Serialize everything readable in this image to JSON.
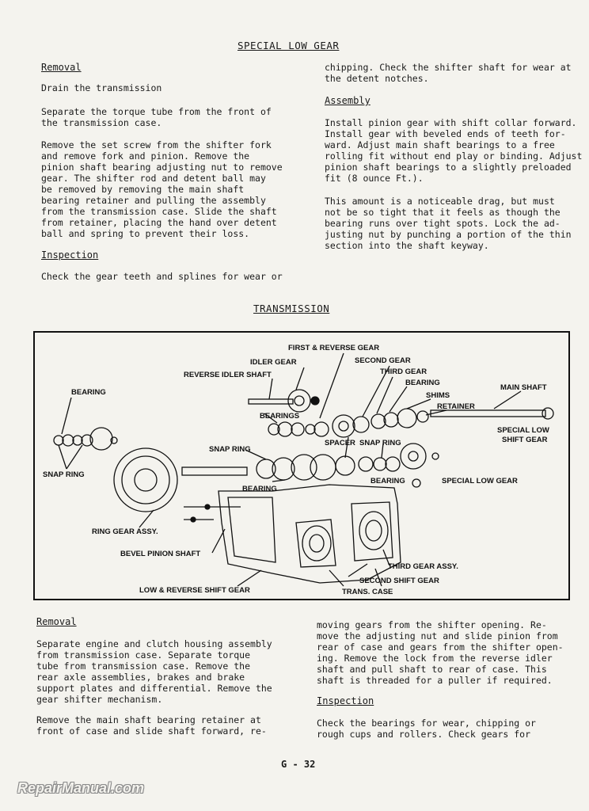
{
  "page_title": "SPECIAL LOW GEAR",
  "left_col": {
    "removal_heading": "Removal",
    "p1": "Drain the transmission",
    "p2": "Separate the torque tube from the front of\nthe transmission case.",
    "p3": "Remove the set screw from the shifter fork\nand remove fork and pinion.  Remove the\npinion shaft bearing adjusting nut to remove\ngear.  The shifter rod and detent ball may\nbe removed by removing the main shaft\nbearing retainer and pulling the assembly\nfrom the transmission case.  Slide the shaft\nfrom retainer, placing the hand over detent\nball and spring to prevent their loss.",
    "inspection_heading": "Inspection",
    "p4": "Check the gear teeth and splines for wear or"
  },
  "right_col": {
    "p1": "chipping.  Check the shifter shaft for wear at\nthe detent notches.",
    "assembly_heading": "Assembly",
    "p2": "Install pinion gear with shift collar forward.\nInstall gear with beveled ends of teeth for-\nward.  Adjust main shaft bearings to a free\nrolling fit without end play or binding.  Adjust\npinion shaft bearings to a slightly preloaded\nfit (8 ounce Ft.).",
    "p3": "This amount is a noticeable drag, but must\nnot be so tight that it feels as though the\nbearing runs over tight spots.  Lock the ad-\njusting nut by punching a portion of the thin\nsection into the shaft keyway."
  },
  "diagram": {
    "title": "TRANSMISSION",
    "labels": {
      "first_reverse_gear": "FIRST & REVERSE GEAR",
      "idler_gear": "IDLER GEAR",
      "second_gear": "SECOND GEAR",
      "reverse_idler_shaft": "REVERSE IDLER SHAFT",
      "third_gear": "THIRD GEAR",
      "bearing_top_left": "BEARING",
      "bearing_upper": "BEARING",
      "main_shaft": "MAIN SHAFT",
      "shims": "SHIMS",
      "retainer": "RETAINER",
      "bearings": "BEARINGS",
      "special_low_shift_gear_1": "SPECIAL LOW",
      "special_low_shift_gear_2": "SHIFT GEAR",
      "spacer": "SPACER",
      "snap_ring_mid": "SNAP RING",
      "snap_ring_upper": "SNAP RING",
      "snap_ring_left": "SNAP RING",
      "bearing_mid": "BEARING",
      "bearing_right": "BEARING",
      "special_low_gear": "SPECIAL LOW GEAR",
      "ring_gear_assy": "RING GEAR ASSY.",
      "bevel_pinion_shaft": "BEVEL PINION SHAFT",
      "third_gear_assy": "THIRD GEAR ASSY.",
      "second_shift_gear": "SECOND SHIFT GEAR",
      "low_reverse_shift_gear": "LOW & REVERSE SHIFT GEAR",
      "trans_case": "TRANS. CASE"
    }
  },
  "lower_left": {
    "removal_heading": "Removal",
    "p1": "Separate engine and clutch housing assembly\nfrom transmission case.  Separate torque\ntube from transmission case.  Remove the\nrear axle assemblies, brakes and brake\nsupport plates and differential.  Remove the\ngear shifter mechanism.",
    "p2": "Remove the main shaft bearing retainer at\nfront of case and slide shaft forward, re-"
  },
  "lower_right": {
    "p1": "moving gears from the shifter opening.  Re-\nmove the adjusting nut and slide pinion from\nrear of case and gears from the shifter open-\ning.  Remove the lock from the reverse idler\nshaft and pull shaft to rear of case.  This\nshaft is threaded for a puller if required.",
    "inspection_heading": "Inspection",
    "p2": "Check the bearings for wear, chipping or\nrough cups and rollers.  Check gears for"
  },
  "footer": {
    "page_number": "G - 32"
  },
  "watermark": "RepairManual.com"
}
